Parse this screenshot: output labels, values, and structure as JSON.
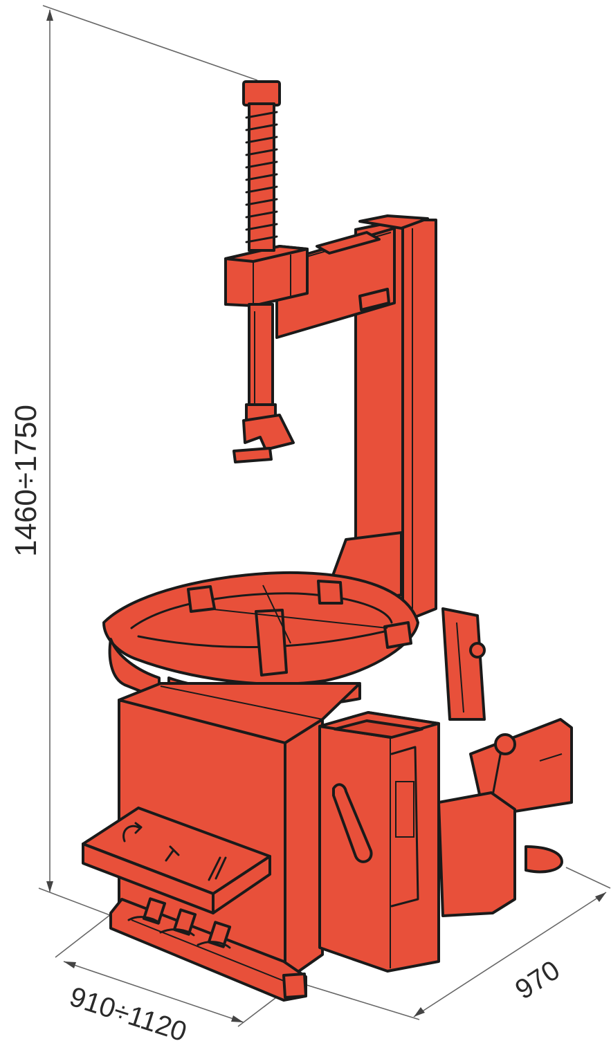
{
  "dimensions": {
    "height_label": "1460÷1750",
    "width_label": "910÷1120",
    "depth_label": "970"
  },
  "colors": {
    "machine_fill": "#e8503a",
    "outline": "#1a1a1a",
    "dimension_line": "#666666",
    "background": "#ffffff"
  }
}
